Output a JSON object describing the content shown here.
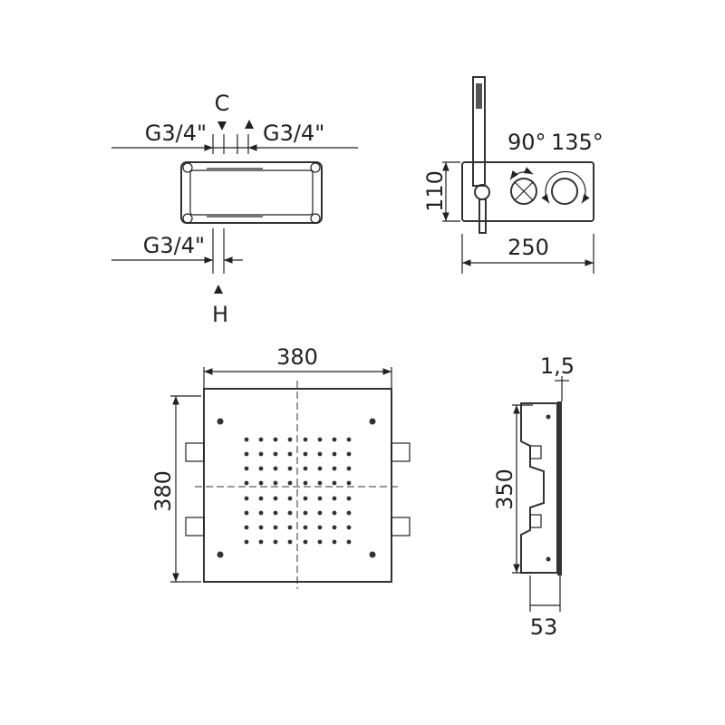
{
  "top_left_view": {
    "label_c": "C",
    "label_h": "H",
    "inlet_left": "G3/4\"",
    "inlet_right": "G3/4\"",
    "outlet": "G3/4\""
  },
  "top_right_view": {
    "angle_1": "90°",
    "angle_2": "135°",
    "height": "110",
    "width": "250"
  },
  "front_view": {
    "width": "380",
    "height": "380"
  },
  "side_view": {
    "plate_thickness": "1,5",
    "height": "350",
    "depth": "53"
  },
  "colors": {
    "line": "#222222",
    "background": "#ffffff"
  }
}
